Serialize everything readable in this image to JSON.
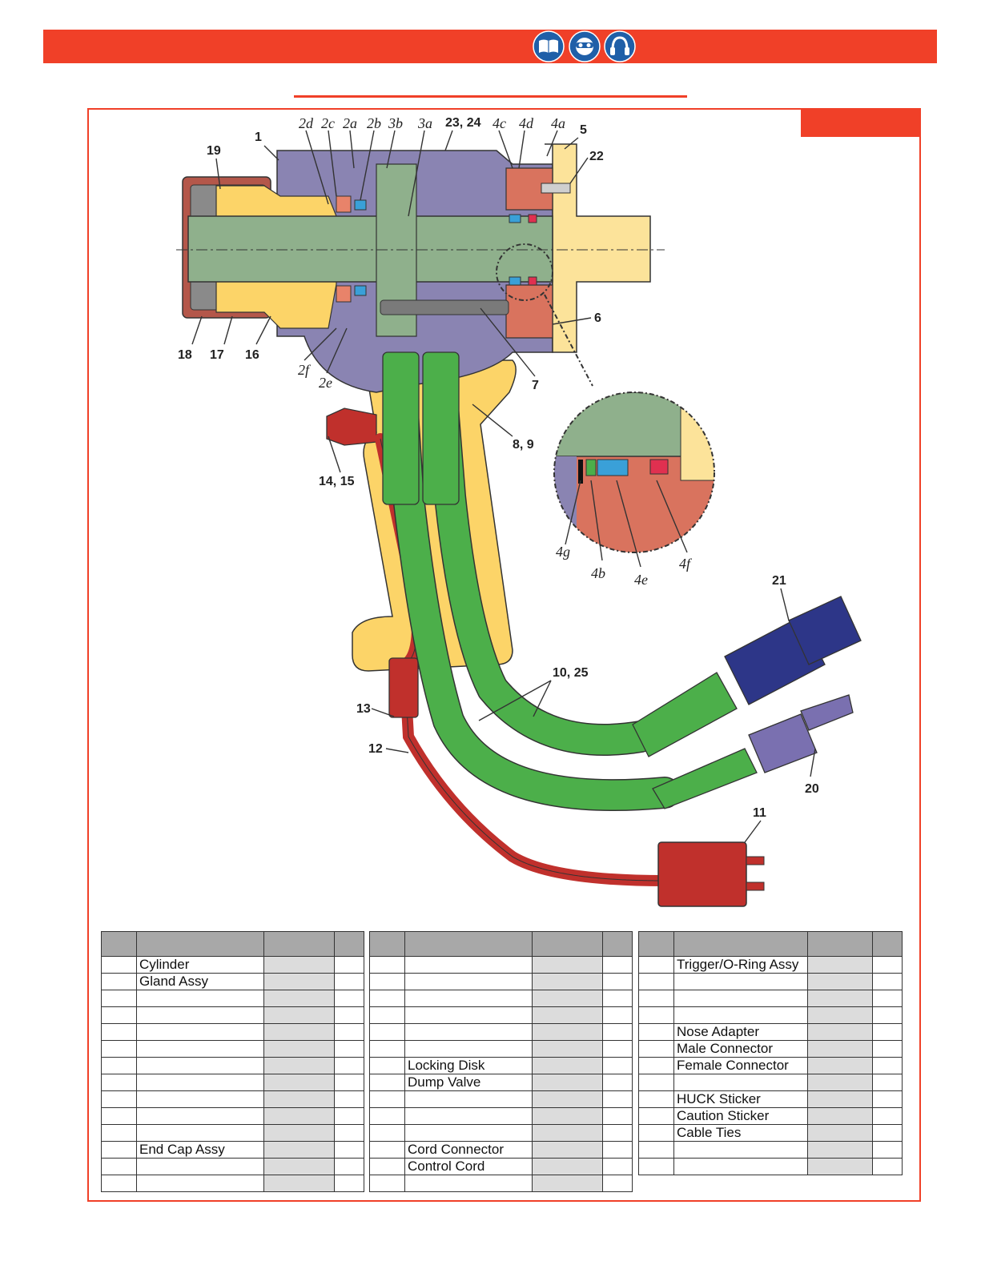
{
  "header": {
    "icons": [
      "manual-book-icon",
      "eye-protection-icon",
      "hearing-protection-icon"
    ],
    "accent_color": "#f04028"
  },
  "diagram": {
    "callouts": {
      "c1": "1",
      "c2d": "2d",
      "c2c": "2c",
      "c2a": "2a",
      "c2b": "2b",
      "c3b": "3b",
      "c3a": "3a",
      "c23": "23, 24",
      "c4c": "4c",
      "c4d": "4d",
      "c4a": "4a",
      "c5": "5",
      "c19": "19",
      "c22": "22",
      "c18": "18",
      "c17": "17",
      "c16": "16",
      "c2f": "2f",
      "c2e": "2e",
      "c6": "6",
      "c7": "7",
      "c89": "8, 9",
      "c1415": "14, 15",
      "c4g": "4g",
      "c4b": "4b",
      "c4e": "4e",
      "c4f": "4f",
      "c21": "21",
      "c1025": "10, 25",
      "c13": "13",
      "c12": "12",
      "c20": "20",
      "c11": "11"
    }
  },
  "tables": [
    {
      "rows": [
        "Cylinder",
        "Gland Assy",
        "",
        "",
        "",
        "",
        "",
        "",
        "",
        "",
        "",
        "End Cap Assy",
        "",
        ""
      ]
    },
    {
      "rows": [
        "",
        "",
        "",
        "",
        "",
        "",
        "Locking Disk",
        "Dump Valve",
        "",
        "",
        "",
        "Cord Connector",
        "Control Cord",
        ""
      ]
    },
    {
      "rows": [
        "Trigger/O-Ring Assy",
        "",
        "",
        "",
        "Nose Adapter",
        "Male Connector",
        "Female Connector",
        "",
        "HUCK Sticker",
        "Caution Sticker",
        "Cable Ties",
        "",
        ""
      ]
    }
  ]
}
